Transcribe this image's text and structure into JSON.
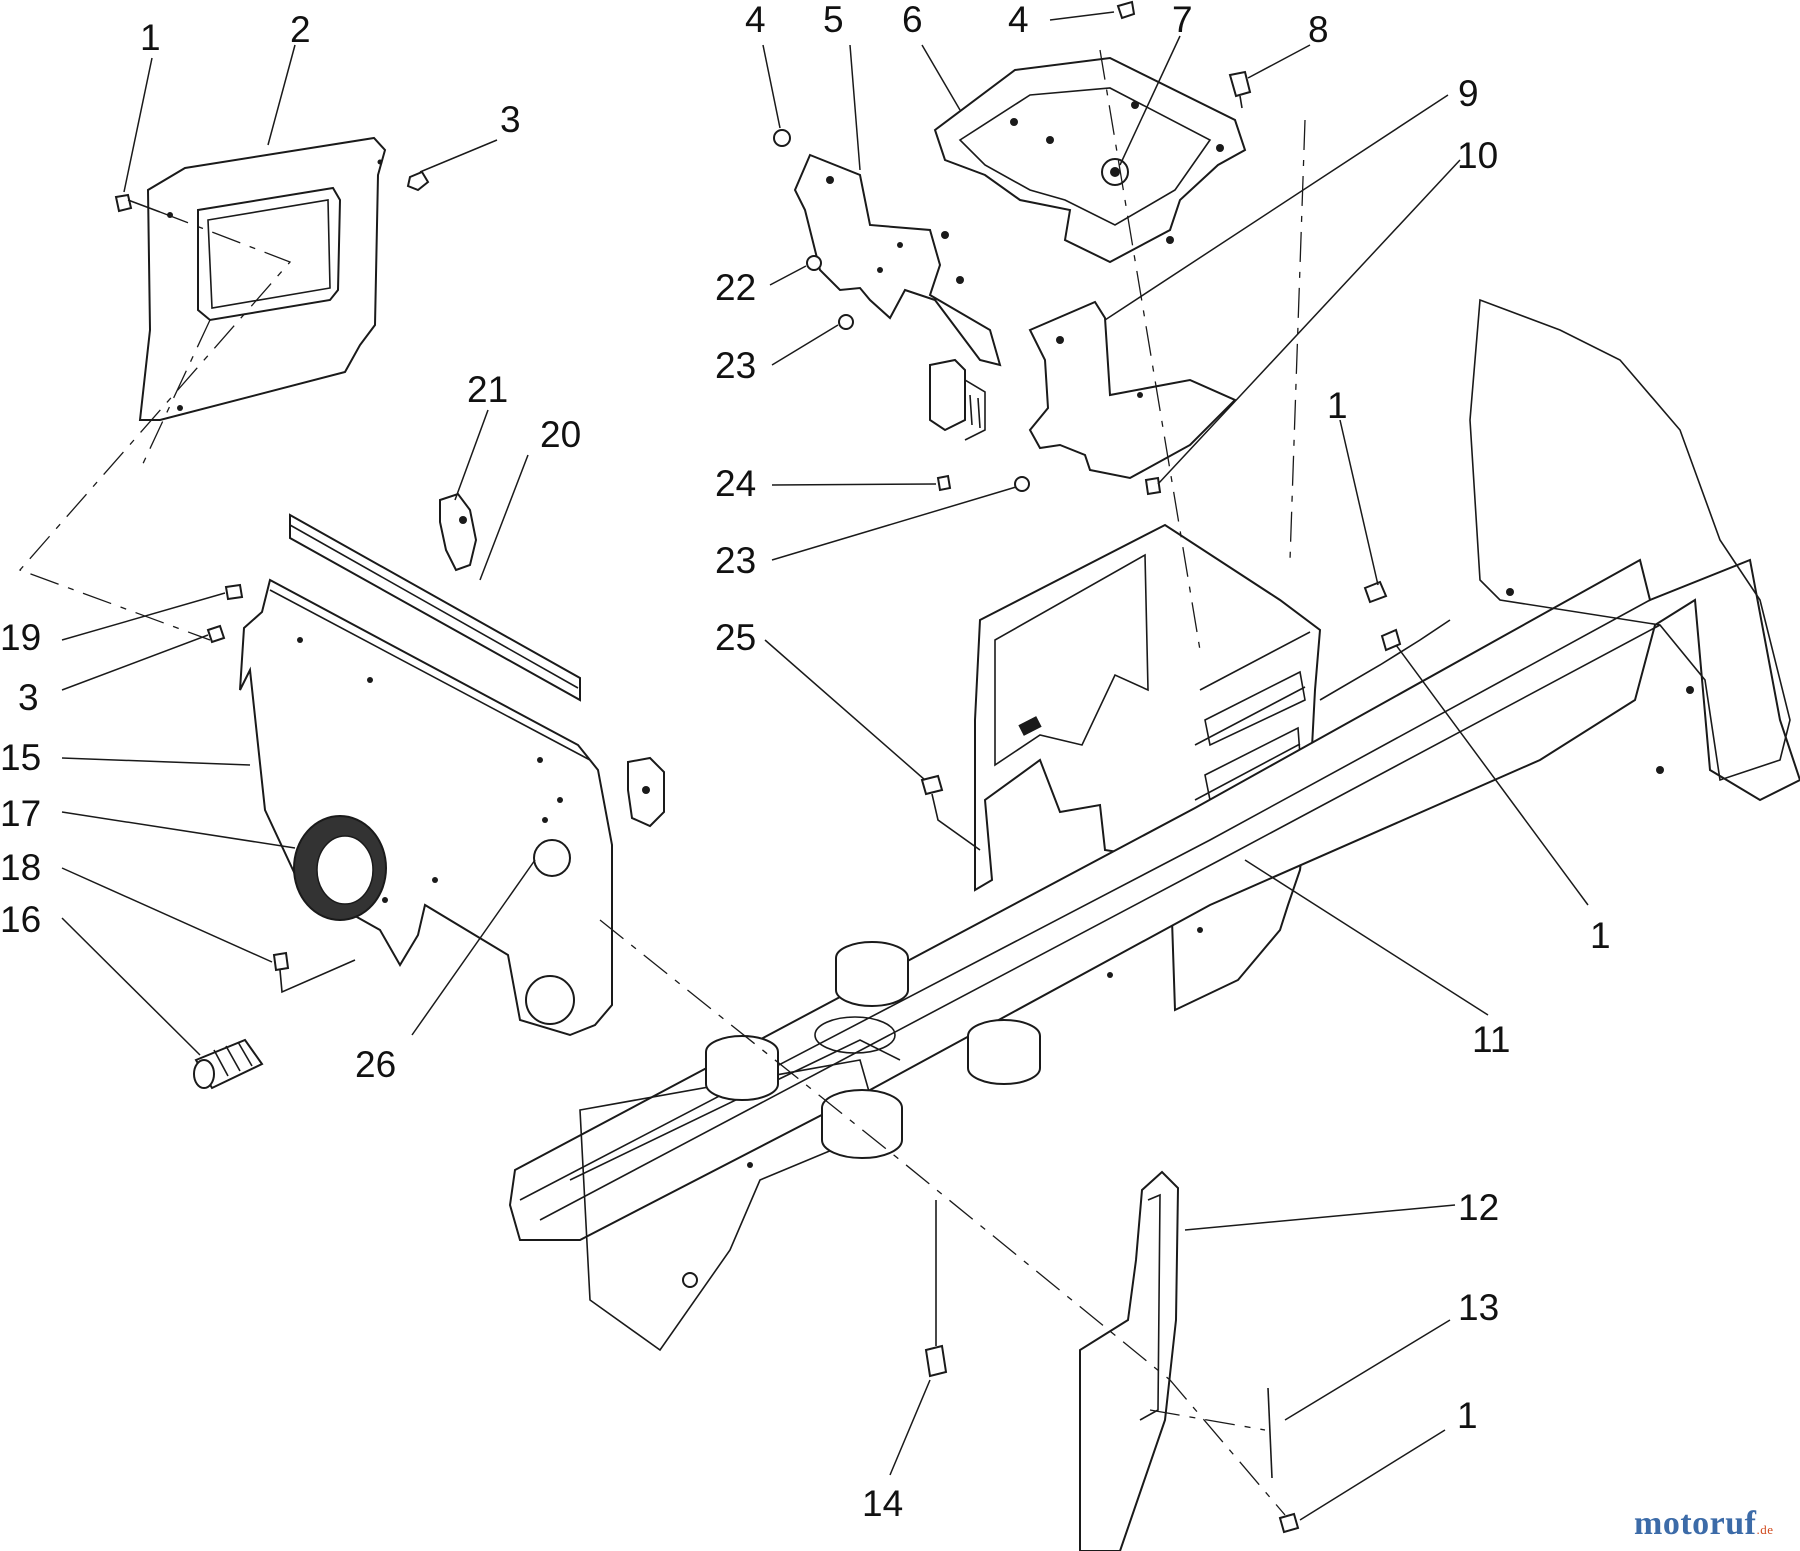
{
  "callouts": [
    "1",
    "2",
    "3",
    "4",
    "5",
    "6",
    "4",
    "7",
    "8",
    "9",
    "10",
    "22",
    "23",
    "24",
    "23",
    "25",
    "1",
    "21",
    "20",
    "19",
    "3",
    "15",
    "17",
    "18",
    "16",
    "26",
    "11",
    "1",
    "12",
    "13",
    "1",
    "14"
  ],
  "watermark": {
    "brand": "motoruf",
    "suffix": ".de",
    "brand_color": "#3c6ba8",
    "suffix_color": "#d04a1e"
  }
}
